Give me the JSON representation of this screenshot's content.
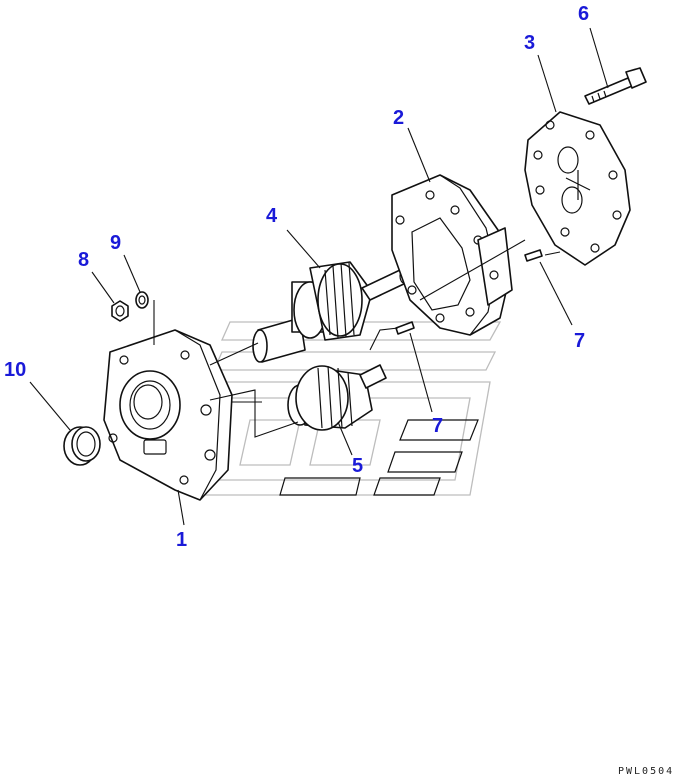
{
  "callouts": {
    "c1": "1",
    "c2": "2",
    "c3": "3",
    "c4": "4",
    "c5": "5",
    "c6": "6",
    "c7a": "7",
    "c7b": "7",
    "c8": "8",
    "c9": "9",
    "c10": "10"
  },
  "drawing_code": "PWL0504",
  "colors": {
    "callout": "#1a1ad8",
    "linework": "#111111",
    "watermark": "#bdbdbd"
  }
}
